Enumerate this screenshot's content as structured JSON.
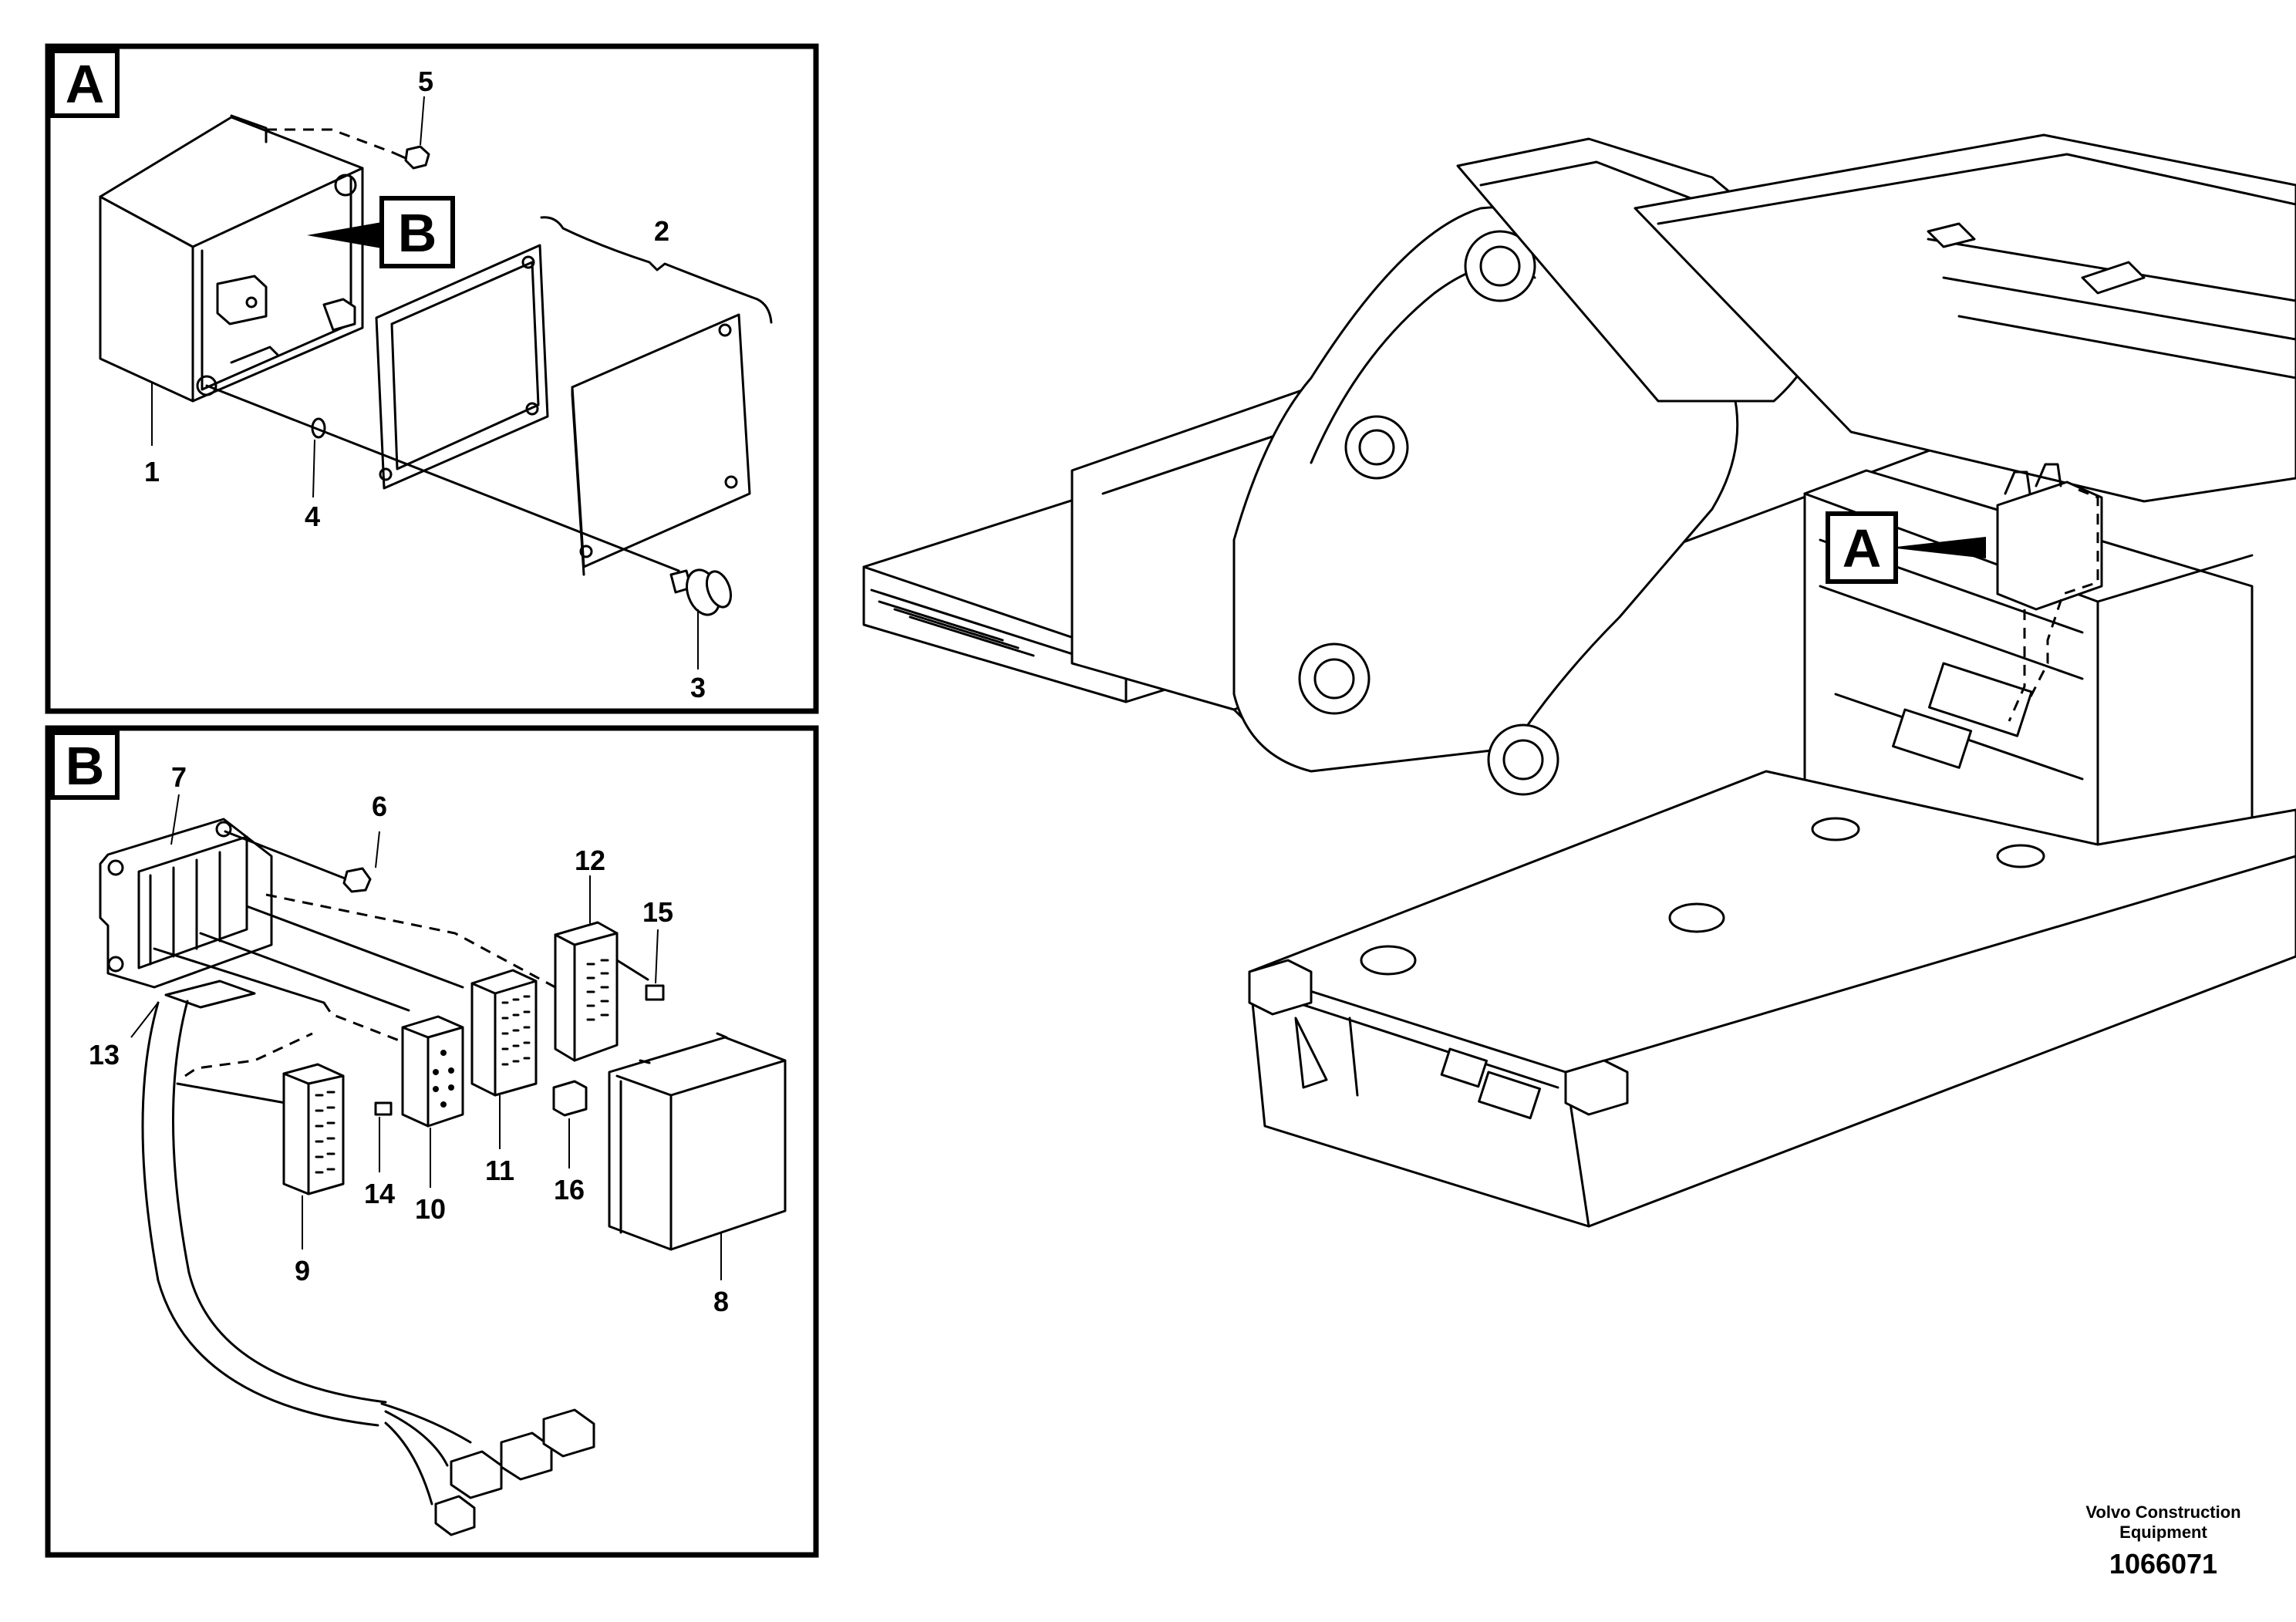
{
  "panels": {
    "a": {
      "label": "A"
    },
    "b": {
      "label": "B"
    }
  },
  "callouts": {
    "b_ref": "B",
    "a_ref": "A"
  },
  "parts": {
    "p1": "1",
    "p2": "2",
    "p3": "3",
    "p4": "4",
    "p5": "5",
    "p6": "6",
    "p7": "7",
    "p8": "8",
    "p9": "9",
    "p10": "10",
    "p11": "11",
    "p12": "12",
    "p13": "13",
    "p14": "14",
    "p15": "15",
    "p16": "16"
  },
  "footer": {
    "brand_line1": "Volvo Construction",
    "brand_line2": "Equipment",
    "drawing_number": "1066071"
  }
}
